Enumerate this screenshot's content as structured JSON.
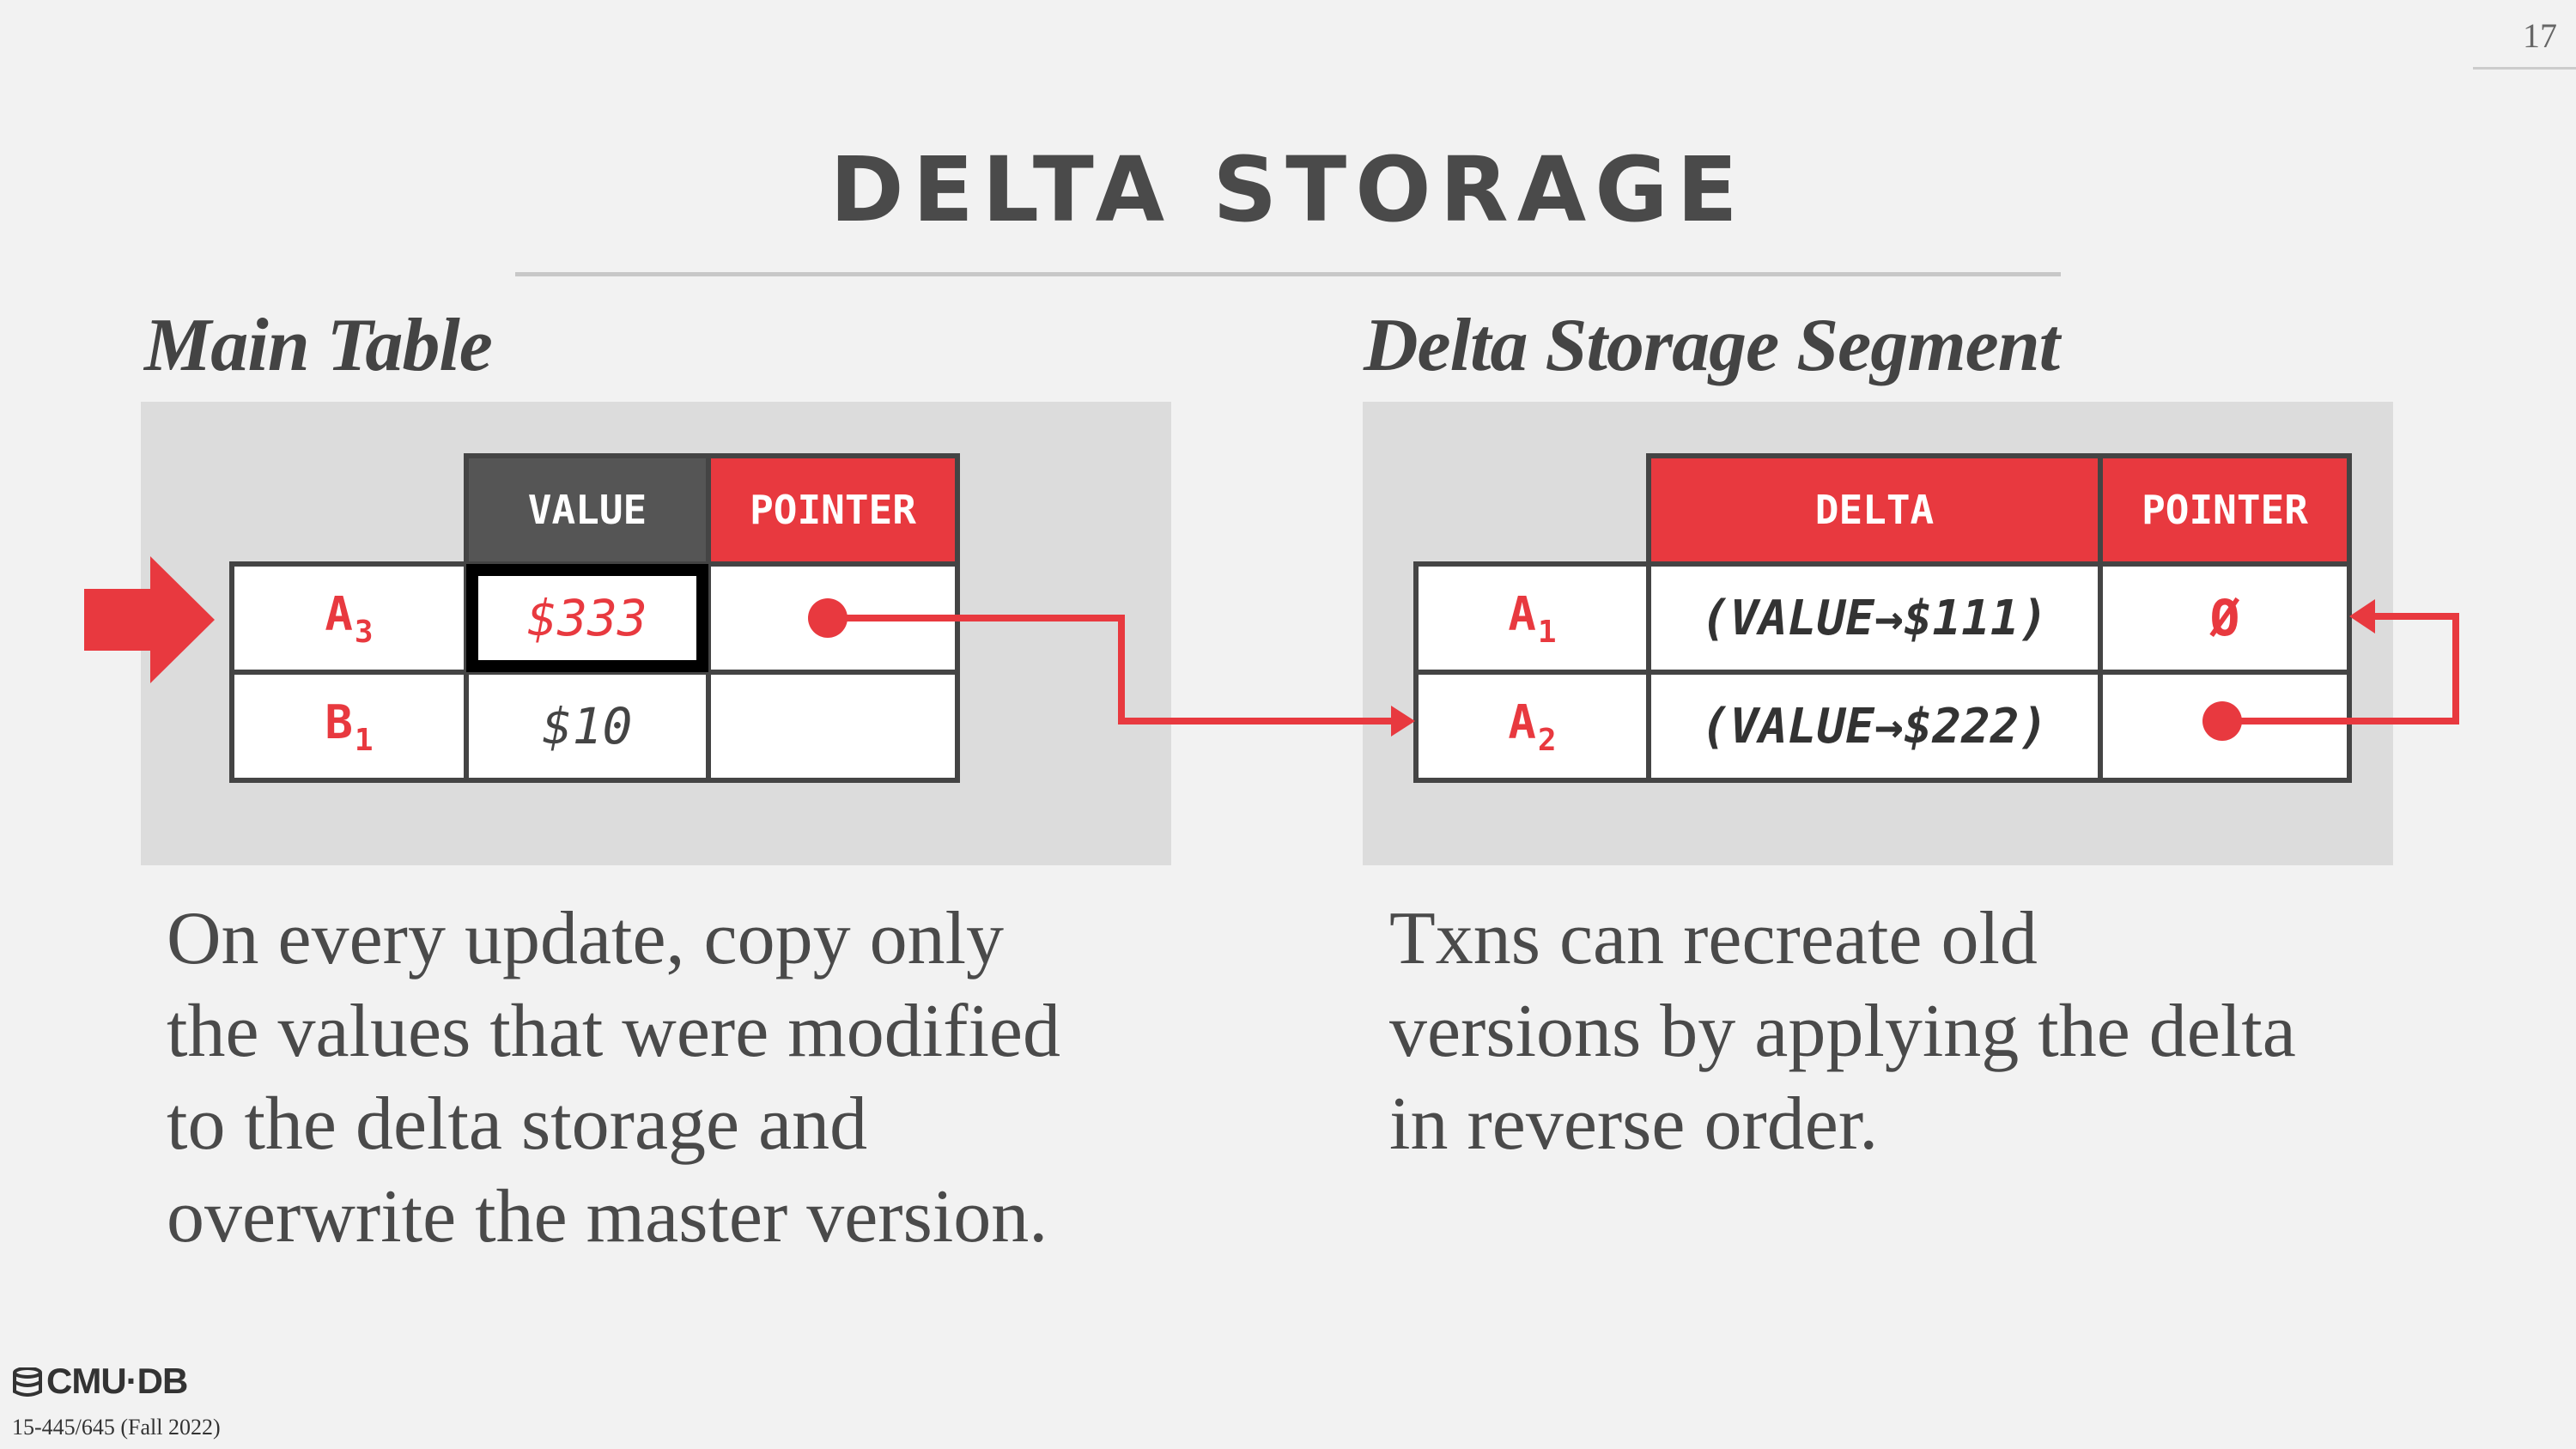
{
  "slide_number": "17",
  "title": "DELTA STORAGE",
  "main_table": {
    "heading": "Main Table",
    "headers": {
      "value": "VALUE",
      "pointer": "POINTER"
    },
    "rows": [
      {
        "key": "A",
        "sub": "3",
        "value": "$333"
      },
      {
        "key": "B",
        "sub": "1",
        "value": "$10"
      }
    ]
  },
  "delta_segment": {
    "heading": "Delta Storage Segment",
    "headers": {
      "delta": "DELTA",
      "pointer": "POINTER"
    },
    "rows": [
      {
        "key": "A",
        "sub": "1",
        "delta": "(VALUE→$111)",
        "pointer": "Ø"
      },
      {
        "key": "A",
        "sub": "2",
        "delta": "(VALUE→$222)",
        "pointer": ""
      }
    ]
  },
  "text_left": [
    "On every update, copy only",
    "the values that were modified",
    "to the delta storage and",
    "overwrite the master version."
  ],
  "text_right": [
    "Txns can recreate old",
    "versions by applying the delta",
    "in reverse order."
  ],
  "footer": {
    "logo": "CMU·DB",
    "course": "15-445/645 (Fall 2022)"
  },
  "colors": {
    "accent_red": "#e8393f",
    "dark_header": "#555555",
    "panel": "#dcdcdc"
  }
}
